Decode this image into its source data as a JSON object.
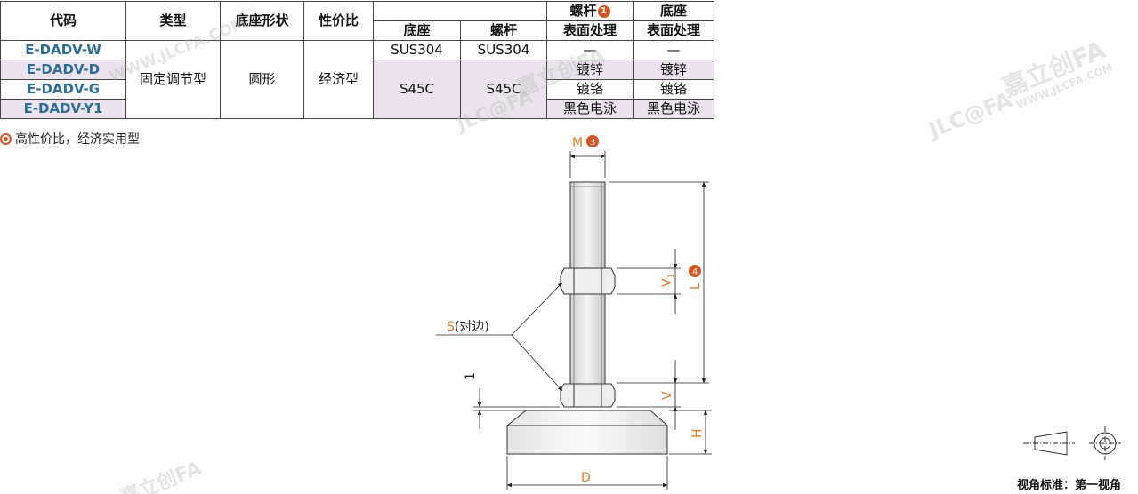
{
  "table": {
    "headers": {
      "code": "代码",
      "type": "类型",
      "base_shape": "底座形状",
      "cost": "性价比",
      "base_material": "底座",
      "stud_material": "螺杆",
      "stud_surface_line1": "螺杆",
      "stud_surface_badge": "1",
      "stud_surface_line2": "表面处理",
      "base_surface_line1": "底座",
      "base_surface_line2": "表面处理"
    },
    "codes": [
      "E-DADV-W",
      "E-DADV-D",
      "E-DADV-G",
      "E-DADV-Y1"
    ],
    "type_value": "固定调节型",
    "shape_value": "圆形",
    "cost_value": "经济型",
    "material_row1": {
      "base": "SUS304",
      "stud": "SUS304"
    },
    "material_row2": {
      "base": "S45C",
      "stud": "S45C"
    },
    "stud_surface": [
      "—",
      "镀锌",
      "镀铬",
      "黑色电泳"
    ],
    "base_surface": [
      "—",
      "镀锌",
      "镀铬",
      "黑色电泳"
    ]
  },
  "note": "高性价比，经济实用型",
  "drawing": {
    "label_m": "M",
    "badge_m": "3",
    "label_l": "L",
    "badge_l": "4",
    "label_v1": "V",
    "label_v1_sub": "1",
    "label_v": "V",
    "label_h": "H",
    "label_d": "D",
    "label_s": "S",
    "label_s_suffix": "(对边)",
    "label_one": "1"
  },
  "view": {
    "label": "视角标准：第一视角"
  },
  "watermark": {
    "brand_cn": "嘉立创FA",
    "brand_en": "WWW.JLCFA.COM",
    "logo": "JLC@FA"
  }
}
